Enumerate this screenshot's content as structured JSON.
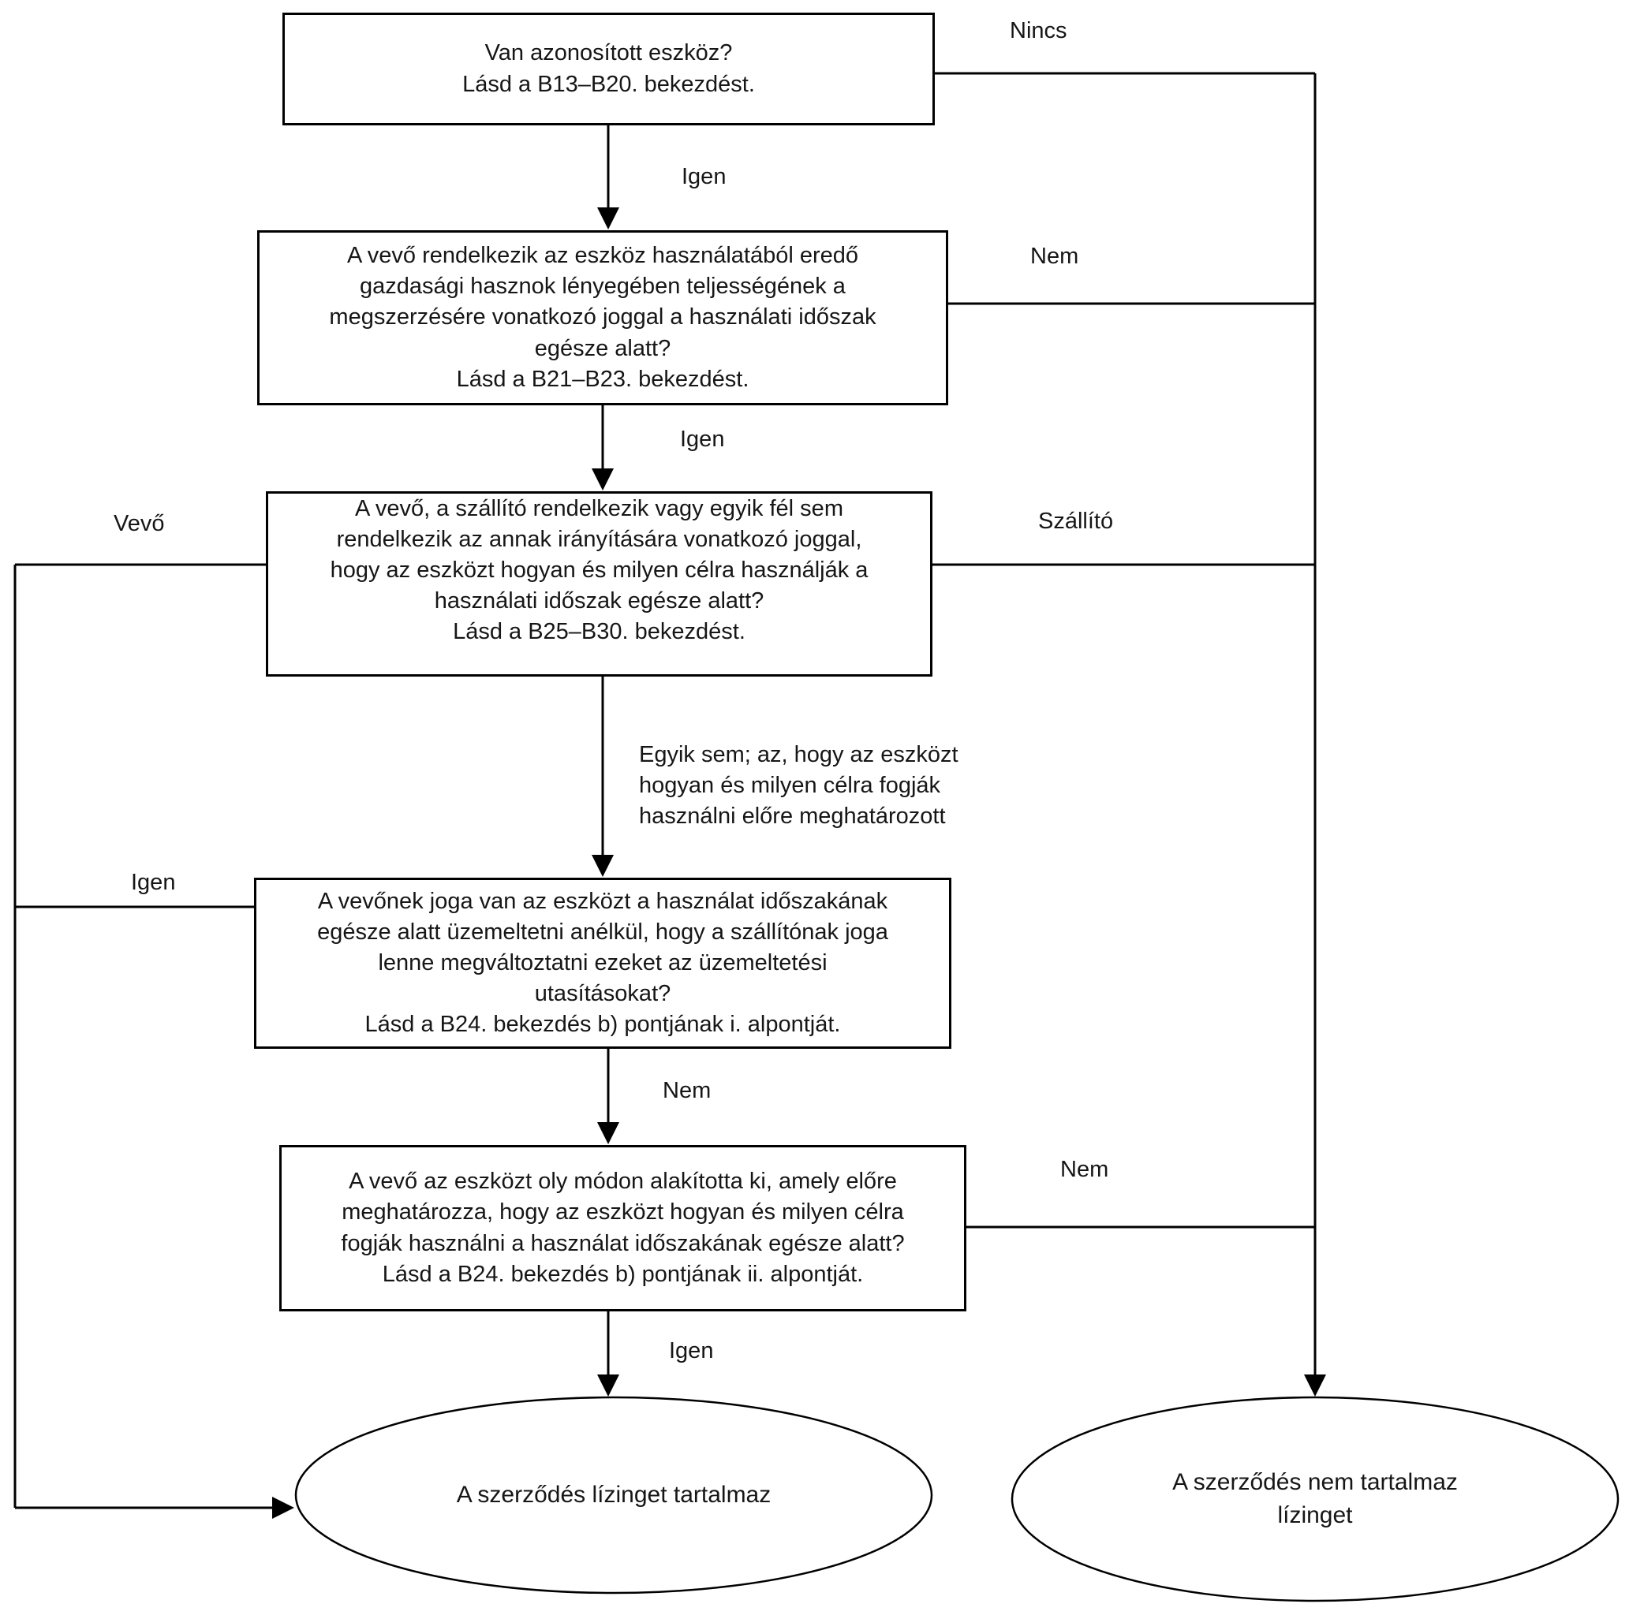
{
  "colors": {
    "line": "#000000",
    "text": "#161616",
    "background": "#ffffff"
  },
  "nodes": {
    "box1": {
      "question": "Van azonosított  eszköz?",
      "ref": "Lásd a B13–B20. bekezdést."
    },
    "box2": {
      "question": "A vevő rendelkezik az eszköz használatából  eredő\ngazdasági  hasznok  lényegében teljességének  a\nmegszerzésére  vonatkozó joggal a használati  időszak\negésze alatt?",
      "ref": "Lásd a B21–B23. bekezdést."
    },
    "box3": {
      "question": "A vevő, a szállító  rendelkezik vagy egyik fél sem\nrendelkezik az annak irányítására  vonatkozó joggal,\nhogy az eszközt hogyan és milyen célra használják  a\nhasználati  időszak egésze alatt?",
      "ref": "Lásd a B25–B30. bekezdést."
    },
    "box4": {
      "question": "A vevőnek joga van az eszközt a használat  időszakának\negésze alatt üzemeltetni  anélkül,  hogy a szállítónak  joga\nlenne  megváltoztatni ezeket az üzemeltetési\nutasításokat?",
      "ref": "Lásd a B24. bekezdés b) pontjának  i. alpontját."
    },
    "box5": {
      "question": "A vevő az eszközt oly módon alakította  ki, amely előre\nmeghatározza,  hogy az eszközt hogyan és milyen célra\nfogják használni  a használat  időszakának  egésze alatt?",
      "ref": "Lásd a B24. bekezdés b) pontjának  ii. alpontját."
    },
    "end_lease": {
      "label": "A szerződés  lízinget tartalmaz"
    },
    "end_no_lease": {
      "label": "A szerződés nem tartalmaz\nlízinget"
    }
  },
  "edge_labels": {
    "nincs": "Nincs",
    "igen1": "Igen",
    "nem1": "Nem",
    "igen2": "Igen",
    "vevo": "Vevő",
    "szallito": "Szállító",
    "egyik_sem": "Egyik sem; az, hogy az eszközt\nhogyan és milyen célra fogják\nhasználni  előre meghatározott",
    "igen3": "Igen",
    "nem2": "Nem",
    "nem3": "Nem",
    "igen4": "Igen"
  }
}
